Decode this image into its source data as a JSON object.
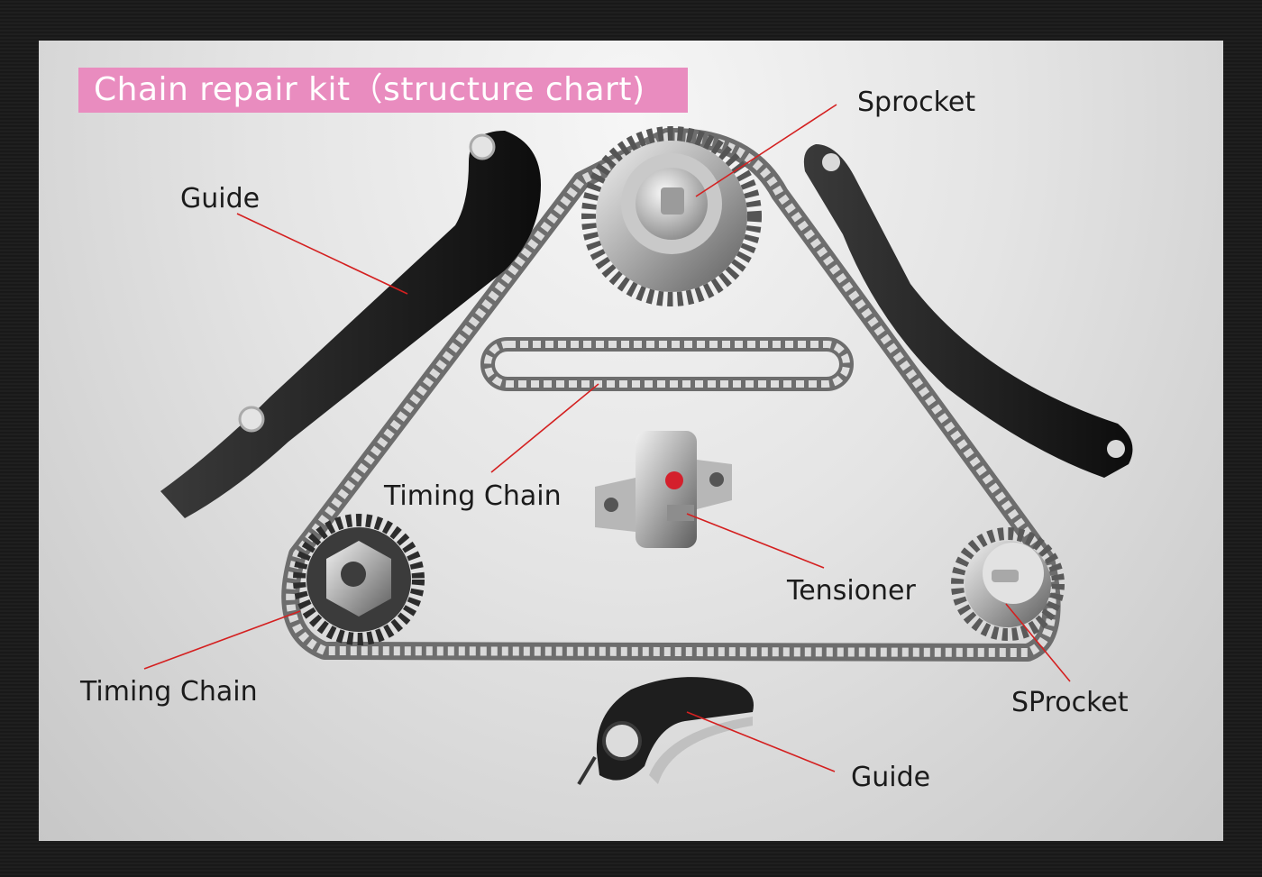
{
  "title": "Chain repair kit（structure chart)",
  "labels": {
    "sprocket_top": "Sprocket",
    "guide_left": "Guide",
    "timing_chain_center": "Timing Chain",
    "tensioner": "Tensioner",
    "timing_chain_left": "Timing Chain",
    "sprocket_right": "SProcket",
    "guide_bottom": "Guide"
  },
  "colors": {
    "title_background": "#e98cbf",
    "title_text": "#ffffff",
    "leader_line": "#d42020",
    "label_text": "#1b1b1b",
    "frame": "#1a1a1a"
  }
}
